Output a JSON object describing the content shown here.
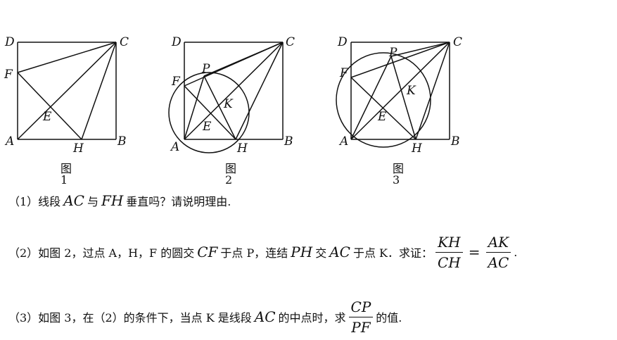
{
  "figures": [
    {
      "caption": "图1",
      "points": {
        "D": "D",
        "C": "C",
        "F": "F",
        "E": "E",
        "A": "A",
        "H": "H",
        "B": "B"
      }
    },
    {
      "caption": "图2",
      "points": {
        "D": "D",
        "C": "C",
        "P": "P",
        "F": "F",
        "K": "K",
        "E": "E",
        "A": "A",
        "H": "H",
        "B": "B"
      }
    },
    {
      "caption": "图3",
      "points": {
        "D": "D",
        "P": "P",
        "C": "C",
        "F": "F",
        "K": "K",
        "E": "E",
        "A": "A",
        "H": "H",
        "B": "B"
      }
    }
  ],
  "q1": {
    "prefix": "（1）线段",
    "ac": "AC",
    "mid": "与",
    "fh": "FH",
    "suffix": "垂直吗？请说明理由."
  },
  "q2": {
    "prefix": "（2）如图 2，过点 A，H，F 的圆交",
    "cf": "CF",
    "mid1": "于点 P，连结",
    "ph": "PH",
    "mid2": "交",
    "ac": "AC",
    "mid3": "于点 K．求证：",
    "frac1_num": "KH",
    "frac1_den": "CH",
    "eq": "=",
    "frac2_num": "AK",
    "frac2_den": "AC",
    "end": "."
  },
  "q3": {
    "prefix": "（3）如图 3，在（2）的条件下，当点 K 是线段",
    "ac": "AC",
    "mid": "的中点时，求",
    "frac_num": "CP",
    "frac_den": "PF",
    "suffix": "的值."
  }
}
